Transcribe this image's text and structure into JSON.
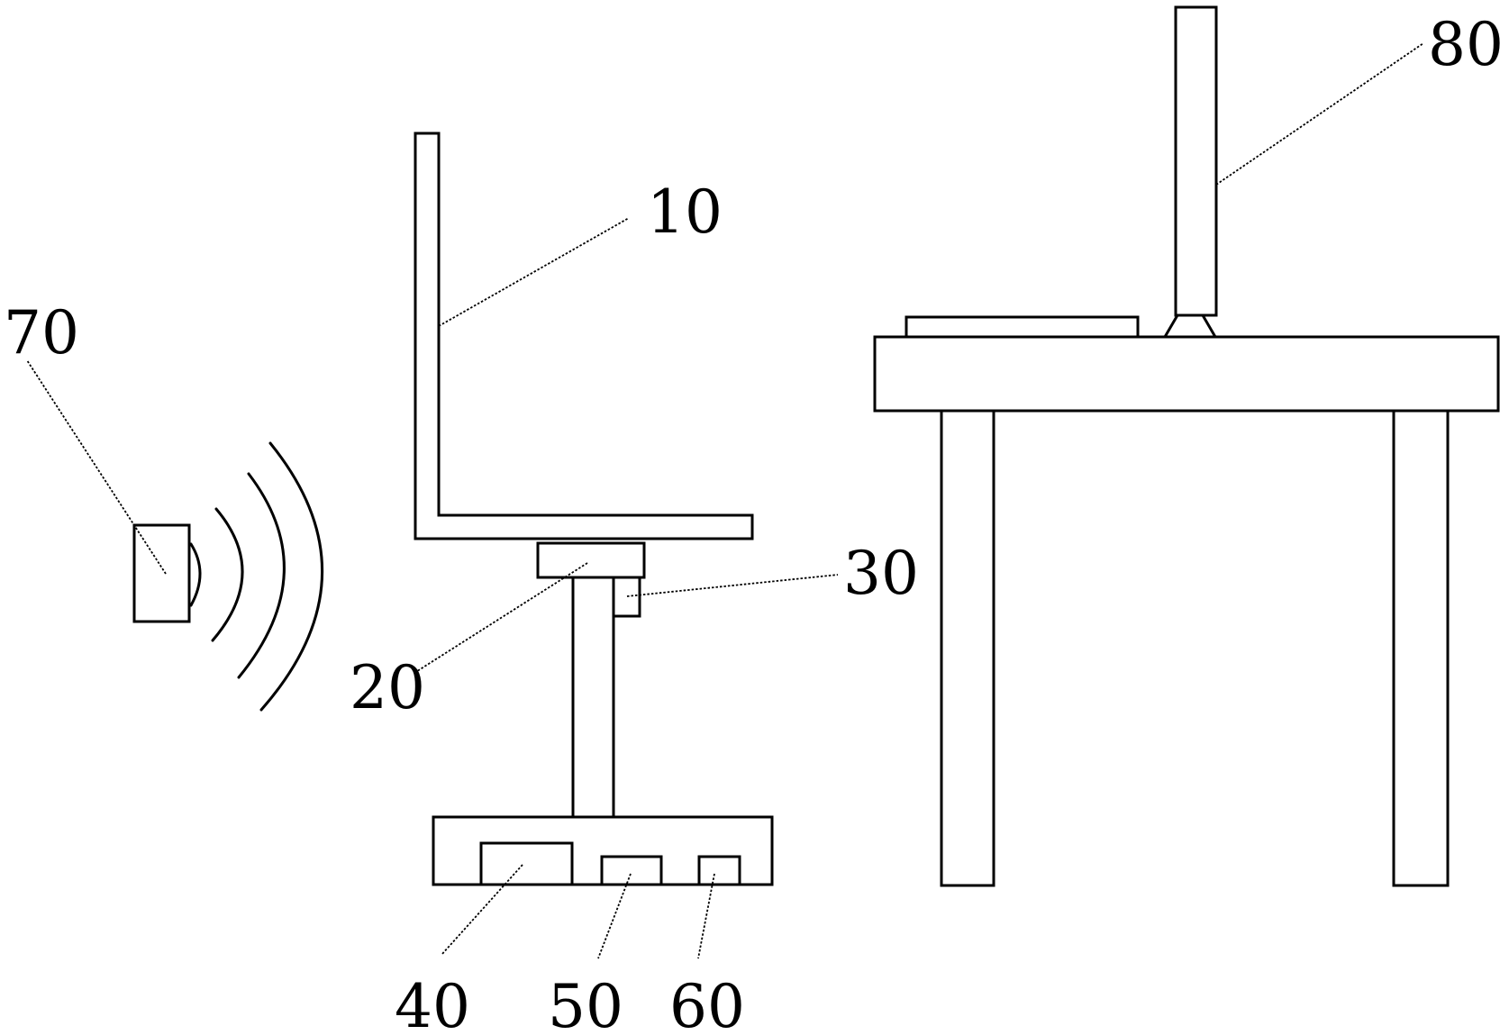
{
  "labels": {
    "seat_backrest": "10",
    "seat_base": "20",
    "sensor_under_seat": "30",
    "base_unit_left": "40",
    "base_unit_middle": "50",
    "base_unit_right": "60",
    "wireless_transmitter": "70",
    "desk_display_pole": "80"
  },
  "colors": {
    "stroke": "#000000",
    "background": "#ffffff"
  }
}
